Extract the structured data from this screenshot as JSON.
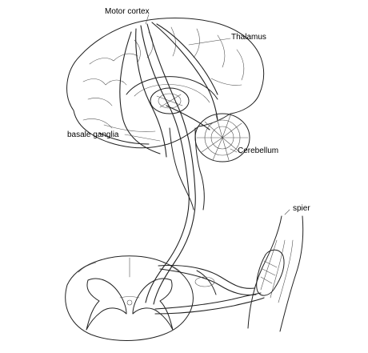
{
  "labels": {
    "motor_cortex": "Motor cortex",
    "thalamus": "Thalamus",
    "basale_ganglia": "basale ganglia",
    "cerebellum": "Cerebellum",
    "spier": "spier"
  },
  "colors": {
    "ink": "#222222",
    "background": "#ffffff"
  }
}
